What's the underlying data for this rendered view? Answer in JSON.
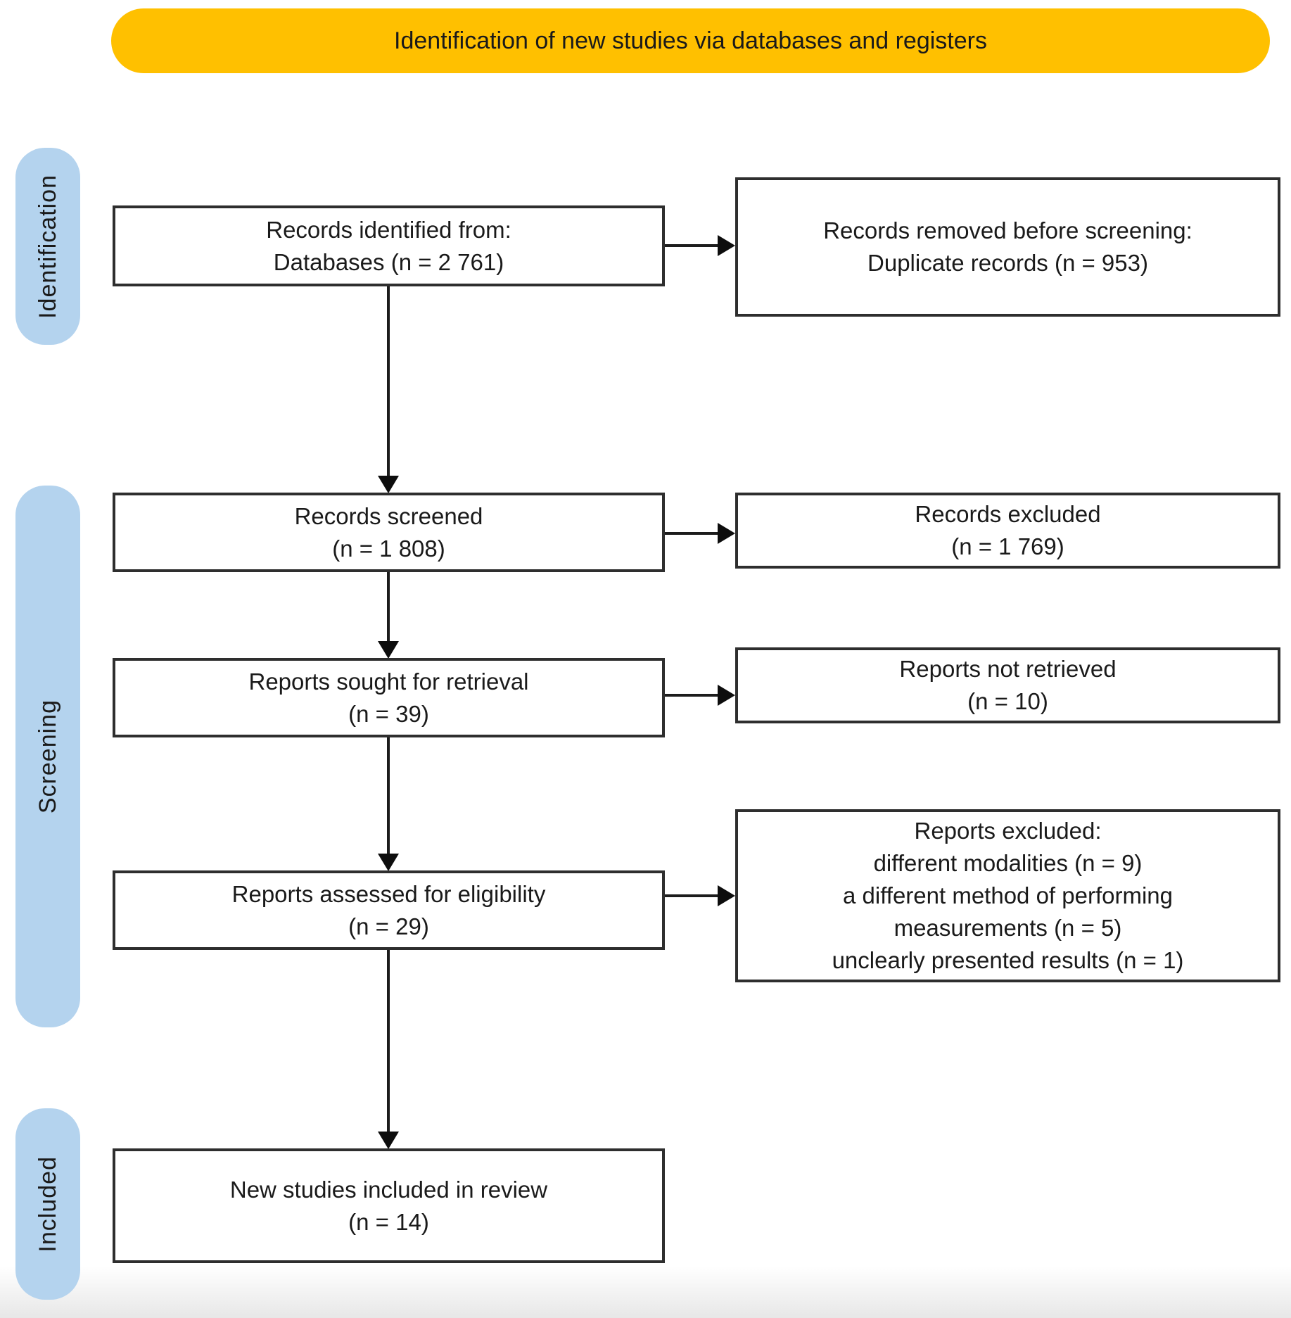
{
  "banner": {
    "title": "Identification of new studies via databases and registers",
    "bg_color": "#FFC000"
  },
  "sidebar": {
    "color": "#B4D3EE",
    "stages": [
      {
        "label": "Identification"
      },
      {
        "label": "Screening"
      },
      {
        "label": "Included"
      }
    ]
  },
  "flow": {
    "identified": {
      "lines": [
        "Records identified from:",
        "Databases (n = 2 761)"
      ]
    },
    "removed": {
      "lines": [
        "Records removed before screening:",
        "Duplicate records (n = 953)"
      ]
    },
    "screened": {
      "lines": [
        "Records screened",
        "(n = 1 808)"
      ]
    },
    "excluded": {
      "lines": [
        "Records excluded",
        "(n = 1 769)"
      ]
    },
    "sought": {
      "lines": [
        "Reports sought for retrieval",
        "(n = 39)"
      ]
    },
    "not_retrieved": {
      "lines": [
        "Reports not retrieved",
        "(n = 10)"
      ]
    },
    "assessed": {
      "lines": [
        "Reports assessed for eligibility",
        "(n = 29)"
      ]
    },
    "reports_excluded": {
      "lines": [
        "Reports excluded:",
        "different modalities (n = 9)",
        "a different method of performing",
        "measurements (n = 5)",
        "unclearly presented results (n = 1)"
      ]
    },
    "included_studies": {
      "lines": [
        "New studies included in review",
        "(n = 14)"
      ]
    }
  }
}
